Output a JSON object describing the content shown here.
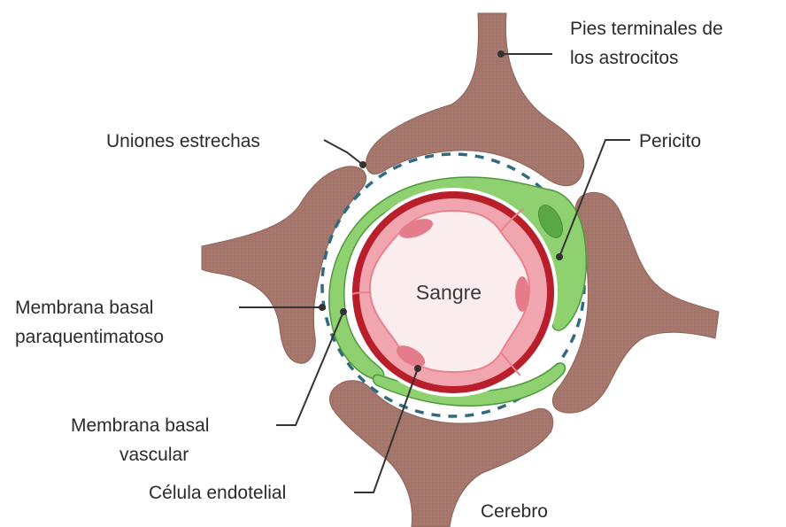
{
  "labels": {
    "astrocyte_endfeet": [
      "Pies terminales de",
      "los astrocitos"
    ],
    "tight_junctions": "Uniones estrechas",
    "pericyte": "Pericito",
    "parenchymal_basement_membrane": [
      "Membrana basal",
      "paraquentimatoso"
    ],
    "vascular_basement_membrane": [
      "Membrana basal",
      "vascular"
    ],
    "endothelial_cell": "Célula endotelial",
    "brain": "Cerebro",
    "blood": "Sangre"
  },
  "colors": {
    "astrocyte": "#a6776c",
    "pericyte": "#8fd070",
    "pericyte_nucleus": "#5aa845",
    "endothelium_outer": "#b81f2b",
    "endothelial_cell": "#f1a5ae",
    "endothelial_nucleus": "#e57c8b",
    "lumen": "#fbecee",
    "basement_membrane": "#2f6a7e",
    "leader_line": "#333333"
  }
}
